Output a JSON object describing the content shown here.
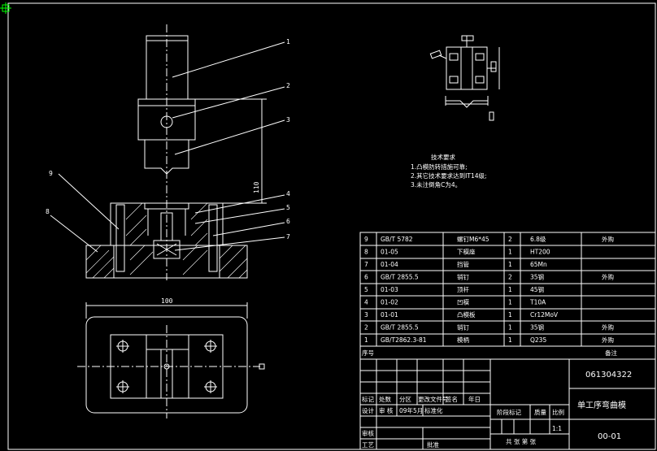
{
  "part_labels": [
    "1",
    "2",
    "3",
    "4",
    "5",
    "6",
    "7",
    "8",
    "9"
  ],
  "dimensions": {
    "height": "110",
    "width": "100"
  },
  "tech_requirements": {
    "title": "技术要求",
    "items": [
      "1.凸模防转措施可靠;",
      "2.其它技术要求达到IT14级;",
      "3.未注倒角C为4。"
    ]
  },
  "bom_rows": [
    [
      "9",
      "GB/T 5782",
      "螺钉M6*45",
      "2",
      "6.8级",
      "外购"
    ],
    [
      "8",
      "01-05",
      "下模座",
      "1",
      "HT200",
      ""
    ],
    [
      "7",
      "01-04",
      "挡管",
      "1",
      "65Mn",
      ""
    ],
    [
      "6",
      "GB/T 2855.5",
      "销钉",
      "2",
      "35钢",
      "外购"
    ],
    [
      "5",
      "01-03",
      "顶杆",
      "1",
      "45钢",
      ""
    ],
    [
      "4",
      "01-02",
      "凹模",
      "1",
      "T10A",
      ""
    ],
    [
      "3",
      "01-01",
      "凸模板",
      "1",
      "Cr12MoV",
      ""
    ],
    [
      "2",
      "GB/T 2855.5",
      "销钉",
      "1",
      "35钢",
      "外购"
    ],
    [
      "1",
      "GB/T2862.3-81",
      "模柄",
      "1",
      "Q235",
      "外购"
    ]
  ],
  "bom_header": {
    "seq": "序号",
    "remark": "备注"
  },
  "title_block": {
    "drawing_no": "061304322",
    "name": "单工序弯曲模",
    "code": "00-01",
    "scale": "1:1",
    "sheet": "共 张 第 张",
    "labels": {
      "mark": "标记",
      "place": "处数",
      "zone": "分区",
      "change_doc": "更改文件号",
      "sign": "签名",
      "date": "年日",
      "design": "设计",
      "check_sign": "审 核",
      "year": "09年5月",
      "standard": "标准化",
      "stage_mark": "阶段标记",
      "weight": "质量",
      "ratio": "比例",
      "audit": "审核",
      "process": "工艺",
      "approve": "批准"
    }
  },
  "colors": {
    "background": "#000000",
    "line": "#ffffff",
    "corner_marker": "#00ff00"
  }
}
